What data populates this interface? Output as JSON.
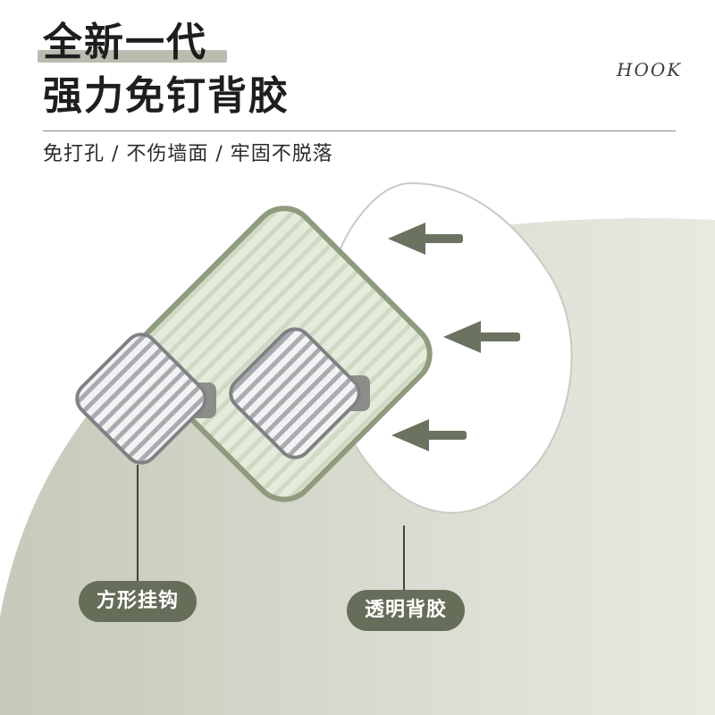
{
  "header": {
    "title_line1": "全新一代",
    "title_line2": "强力免钉背胶",
    "brand_word": "HOOK",
    "subtitle": "免打孔 / 不伤墙面 / 牢固不脱落"
  },
  "callouts": {
    "hook_label": "方形挂钩",
    "adhesive_label": "透明背胶"
  },
  "colors": {
    "pill_bg": "#666d58",
    "backdrop": "#d9dcd1",
    "plate_fill": "#dfe8d6",
    "plate_edge": "#8f9b7e",
    "arrow": "#6b7360"
  },
  "icons": {
    "arrows": "arrow-left-icon",
    "hook": "square-hook-icon"
  }
}
